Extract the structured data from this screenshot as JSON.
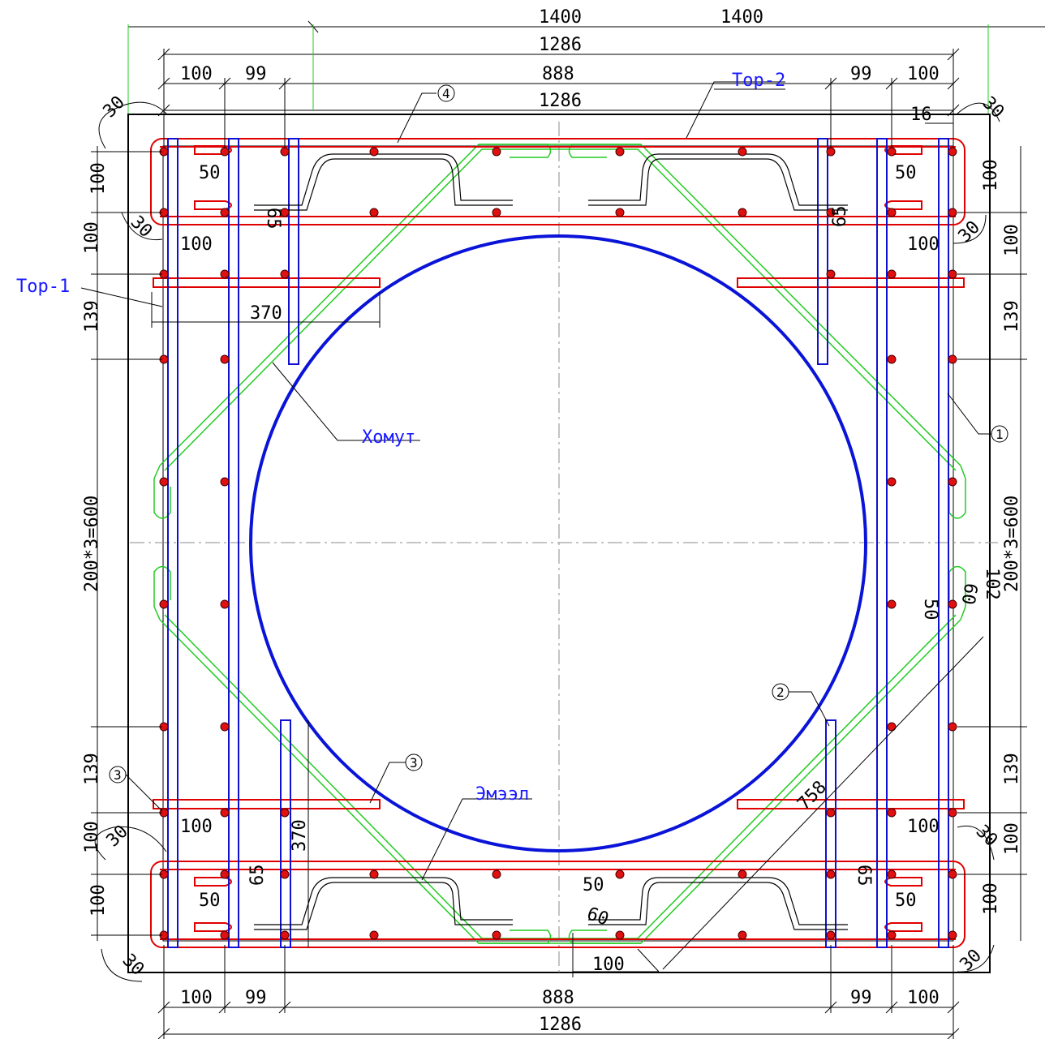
{
  "colors": {
    "outline": "#000000",
    "top_bar": "#e00000",
    "side_bar": "#1010d0",
    "circle": "#0a14d8",
    "stirrup": "#22cc22",
    "label": "#1a1aff",
    "rebar_dot": "#e01010"
  },
  "dimensions_top": {
    "overall_left": "1400",
    "overall_right": "1400",
    "width_outer": "1286",
    "width_inner": "1286",
    "seg_left_100": "100",
    "seg_left_99": "99",
    "seg_mid_888": "888",
    "seg_right_99": "99",
    "seg_right_100": "100"
  },
  "dimensions_bottom": {
    "seg_left_100": "100",
    "seg_left_99": "99",
    "seg_mid_888": "888",
    "seg_right_99": "99",
    "seg_right_100": "100",
    "total": "1286"
  },
  "dimensions_left": {
    "d100_a": "100",
    "d100_b": "100",
    "d139_a": "139",
    "d600": "200*3=600",
    "d139_b": "139",
    "d100_c": "100",
    "d100_d": "100"
  },
  "dimensions_right": {
    "d100_a": "100",
    "d100_b": "100",
    "d139_a": "139",
    "d600": "200*3=600",
    "d139_b": "139",
    "d100_c": "100",
    "d100_d": "100"
  },
  "details": {
    "d30": "30",
    "d50": "50",
    "d65": "65",
    "d100": "100",
    "d16": "16",
    "d370": "370",
    "d60": "60",
    "d758": "758",
    "d102": "102"
  },
  "labels": {
    "top1": "Тор-1",
    "top2": "Тор-2",
    "khomut": "Хомут",
    "emzel": "Эмээл"
  },
  "markers": {
    "m1": "1",
    "m2": "2",
    "m3a": "3",
    "m3b": "3",
    "m4": "4"
  }
}
